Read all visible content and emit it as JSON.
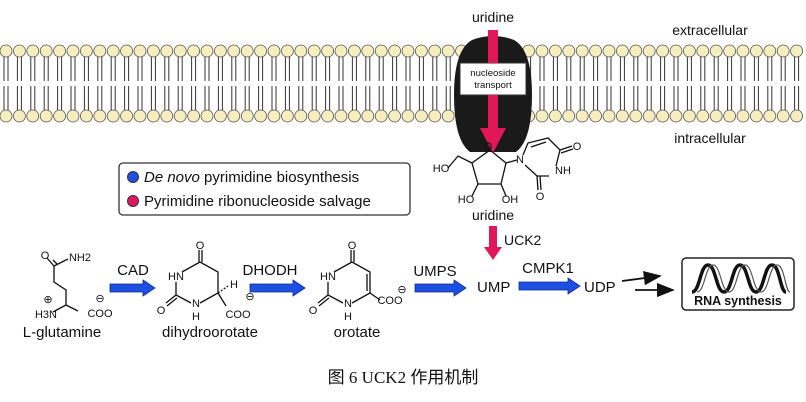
{
  "colors": {
    "de_novo": "#1f4fe0",
    "salvage": "#e0185a",
    "lipid_head": "#f7eec0"
  },
  "membrane": {
    "top_label": "uridine",
    "extracellular": "extracellular",
    "intracellular": "intracellular",
    "transporter_label": [
      "nucleoside",
      "transport"
    ]
  },
  "legend": {
    "items": [
      {
        "italic": "De novo",
        "text": " pyrimidine biosynthesis",
        "color": "#1f4fe0"
      },
      {
        "italic": "",
        "text": "Pyrimidine ribonucleoside salvage",
        "color": "#e0185a"
      }
    ]
  },
  "uridine": {
    "name": "uridine",
    "atoms": [
      "O",
      "N",
      "O",
      "NH",
      "O",
      "HO",
      "HO",
      "OH"
    ]
  },
  "pathway": {
    "uck2": "UCK2",
    "glutamine": {
      "name": "L-glutamine",
      "atoms": [
        "O",
        "NH2",
        "H3N",
        "⊕",
        "COO",
        "⊖"
      ]
    },
    "dihydroorotate": {
      "name": "dihydroorotate",
      "atoms": [
        "O",
        "HN",
        "O",
        "N",
        "H",
        "H",
        "COO",
        "⊖"
      ]
    },
    "orotate": {
      "name": "orotate",
      "atoms": [
        "O",
        "HN",
        "O",
        "N",
        "H",
        "COO",
        "⊖"
      ]
    },
    "enzymes": [
      "CAD",
      "DHODH",
      "UMPS",
      "CMPK1"
    ],
    "ump": "UMP",
    "udp": "UDP",
    "rna": "RNA synthesis"
  },
  "caption": "图 6 UCK2 作用机制"
}
